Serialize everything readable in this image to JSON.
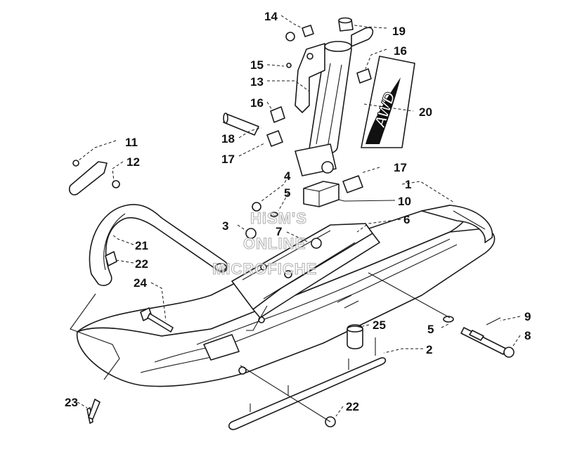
{
  "callouts": {
    "c1": "1",
    "c2": "2",
    "c3": "3",
    "c4": "4",
    "c5a": "5",
    "c5b": "5",
    "c6": "6",
    "c7": "7",
    "c8": "8",
    "c9": "9",
    "c10": "10",
    "c11": "11",
    "c12": "12",
    "c13": "13",
    "c14": "14",
    "c15": "15",
    "c16a": "16",
    "c16b": "16",
    "c17a": "17",
    "c17b": "17",
    "c18": "18",
    "c19": "19",
    "c20": "20",
    "c21": "21",
    "c22a": "22",
    "c22b": "22",
    "c23": "23",
    "c24": "24",
    "c25": "25"
  },
  "watermark": {
    "line1": "HiSM'S",
    "line2": "ONLINE",
    "line3": "MICROFICHE"
  },
  "decal": {
    "text": "AWD"
  },
  "colors": {
    "ink": "#1a1a1a",
    "paper": "#ffffff",
    "watermark": "#9a9a9a"
  }
}
